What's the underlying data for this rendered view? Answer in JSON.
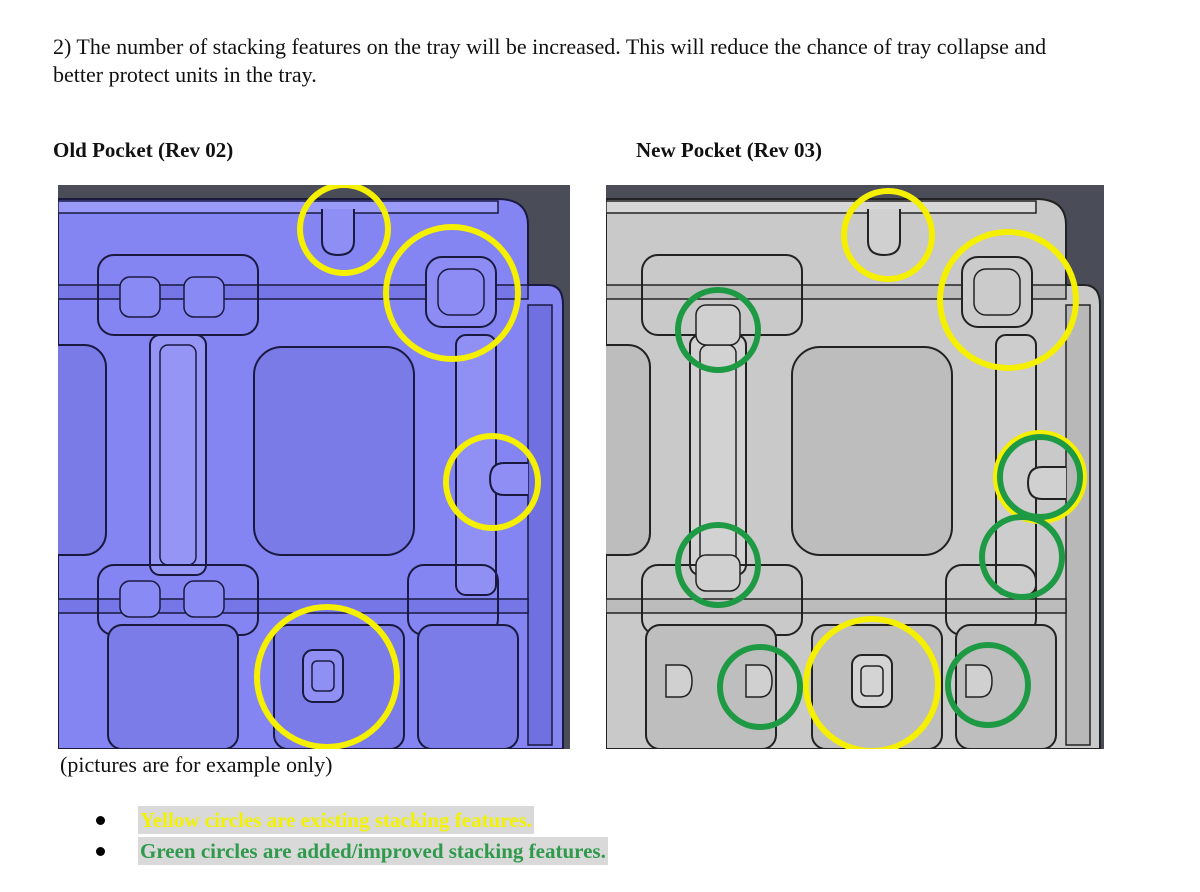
{
  "paragraph": {
    "line1": "2) The number of stacking features on the tray will be increased. This will reduce the chance of tray collapse and",
    "line2": "better protect units in the tray."
  },
  "old_pocket": {
    "caption": "Old Pocket (Rev 02)",
    "tint": "#8080f0"
  },
  "new_pocket": {
    "caption": "New Pocket (Rev 03)",
    "tint": "#c8c8c8"
  },
  "note": "(pictures are for example only)",
  "legend": [
    {
      "text": "Yellow circles are existing stacking features.",
      "color": "#f2f200"
    },
    {
      "text": "Green circles are added/improved stacking features.",
      "color": "#2f9a4b"
    }
  ],
  "marker_colors": {
    "existing": "#f5ef00",
    "added": "#1f9a44"
  }
}
